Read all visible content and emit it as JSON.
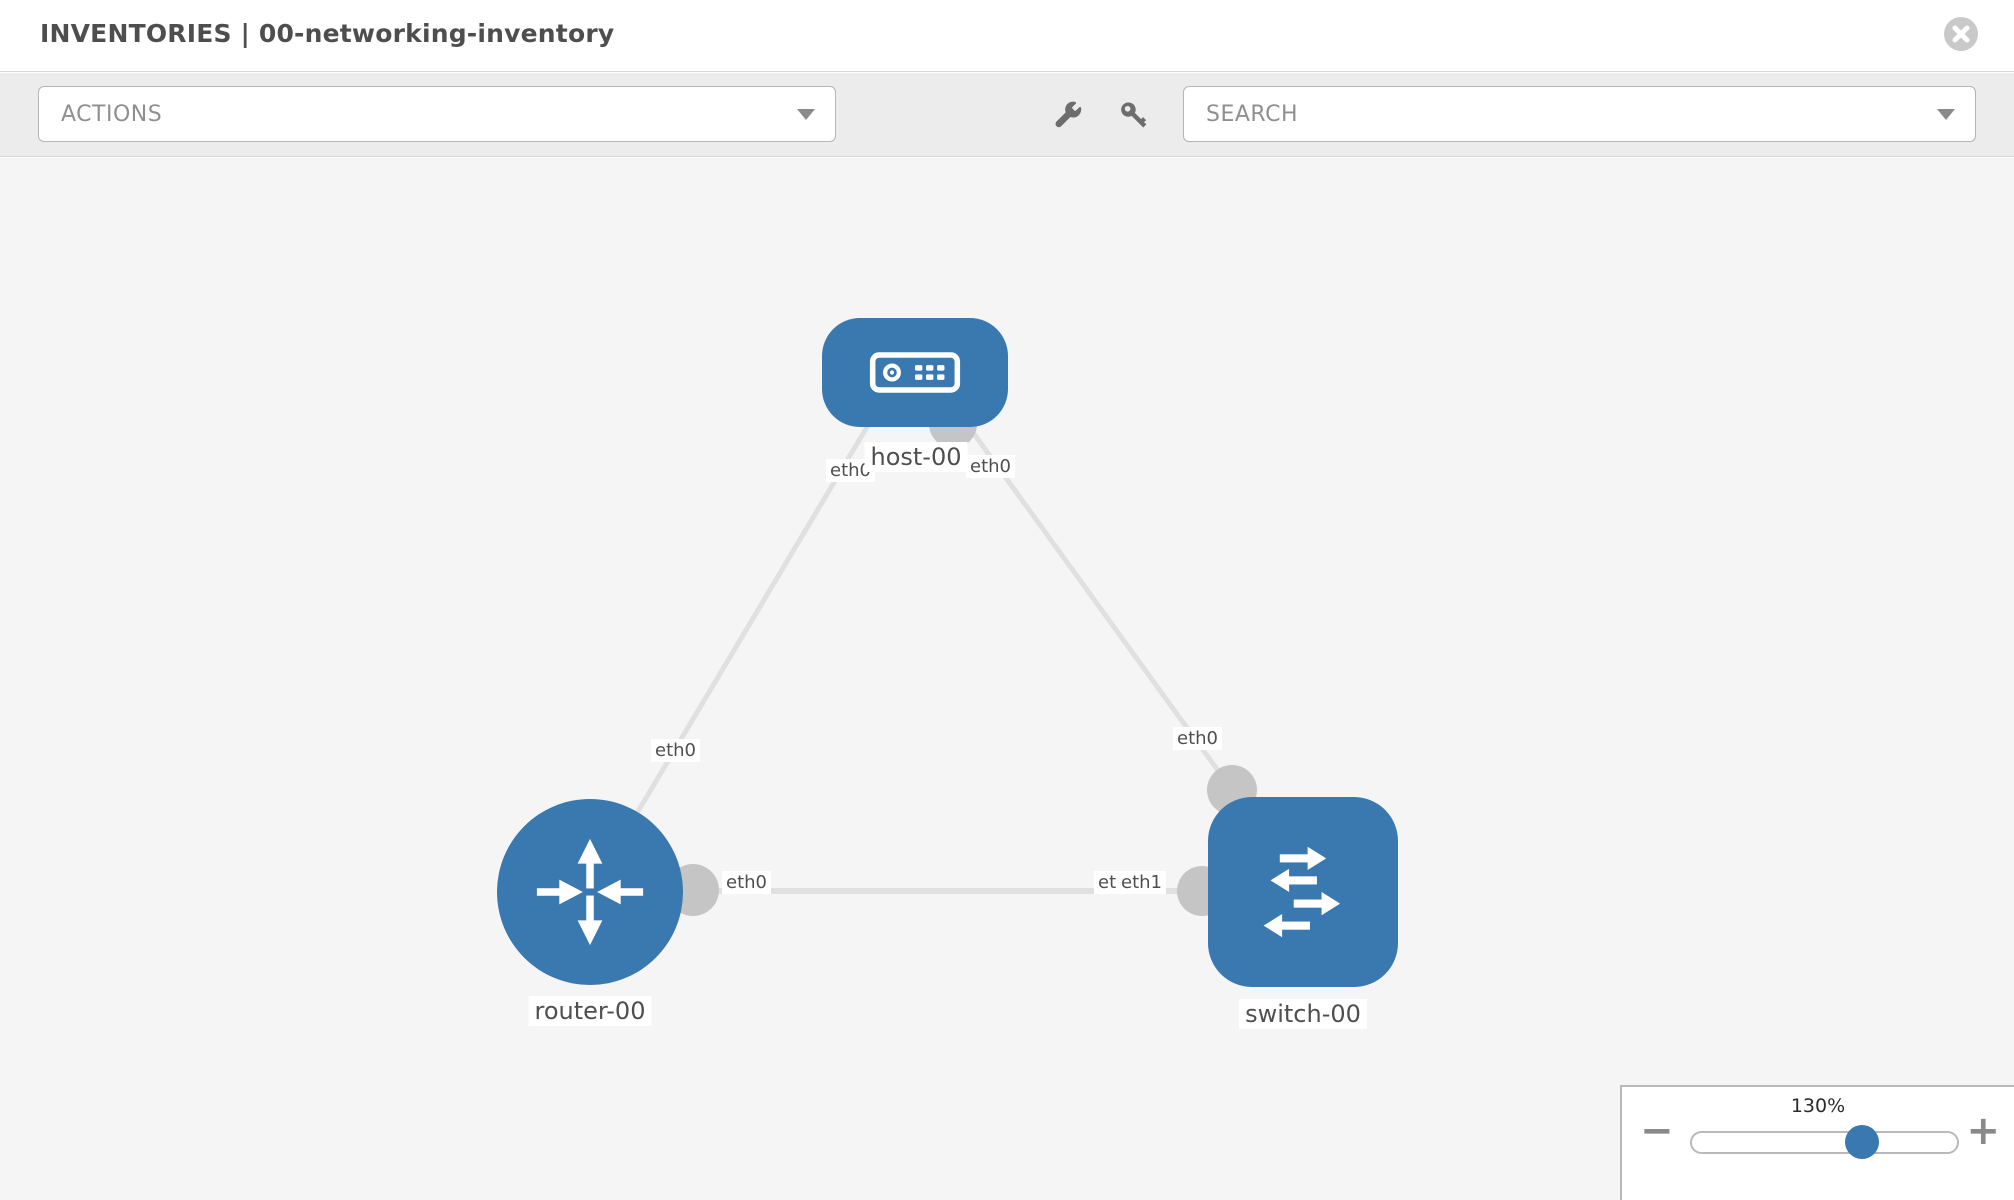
{
  "header": {
    "title": "INVENTORIES | 00-networking-inventory"
  },
  "toolbar": {
    "actions_label": "ACTIONS",
    "search_placeholder": "SEARCH",
    "icons": [
      "wrench-icon",
      "key-icon",
      "chevron-down-icon"
    ]
  },
  "diagram": {
    "nodes": [
      {
        "id": "host-00",
        "type": "host",
        "label": "host-00"
      },
      {
        "id": "router-00",
        "type": "router",
        "label": "router-00"
      },
      {
        "id": "switch-00",
        "type": "switch",
        "label": "switch-00"
      }
    ],
    "links": [
      {
        "from": "host-00",
        "from_interface": "eth0",
        "to": "router-00",
        "to_interface": "eth0"
      },
      {
        "from": "host-00",
        "from_interface": "eth0",
        "to": "switch-00",
        "to_interface": "eth0"
      },
      {
        "from": "router-00",
        "from_interface": "eth0",
        "to": "switch-00",
        "to_interface": "eth1"
      }
    ],
    "node_labels": {
      "host": "host-00",
      "router": "router-00",
      "switch": "switch-00"
    },
    "port_labels": {
      "host_left": "eth0",
      "host_right": "eth0",
      "link_host_router_at_router": "eth0",
      "link_host_switch_at_switch": "eth0",
      "link_router_switch_at_router": "eth0",
      "link_router_switch_at_switch_behind": "eth0",
      "link_router_switch_at_switch": "eth1"
    }
  },
  "zoom_control": {
    "level_label": "130%",
    "percent": 130,
    "minus_label": "−",
    "plus_label": "+"
  },
  "colors": {
    "node_blue": "#3a78b0",
    "link_gray": "#e0e0e0",
    "interface_dot_gray": "#c5c5c5",
    "label_text": "#4f4f4f",
    "toolbar_bg": "#ececec",
    "canvas_bg": "#f5f5f6"
  }
}
